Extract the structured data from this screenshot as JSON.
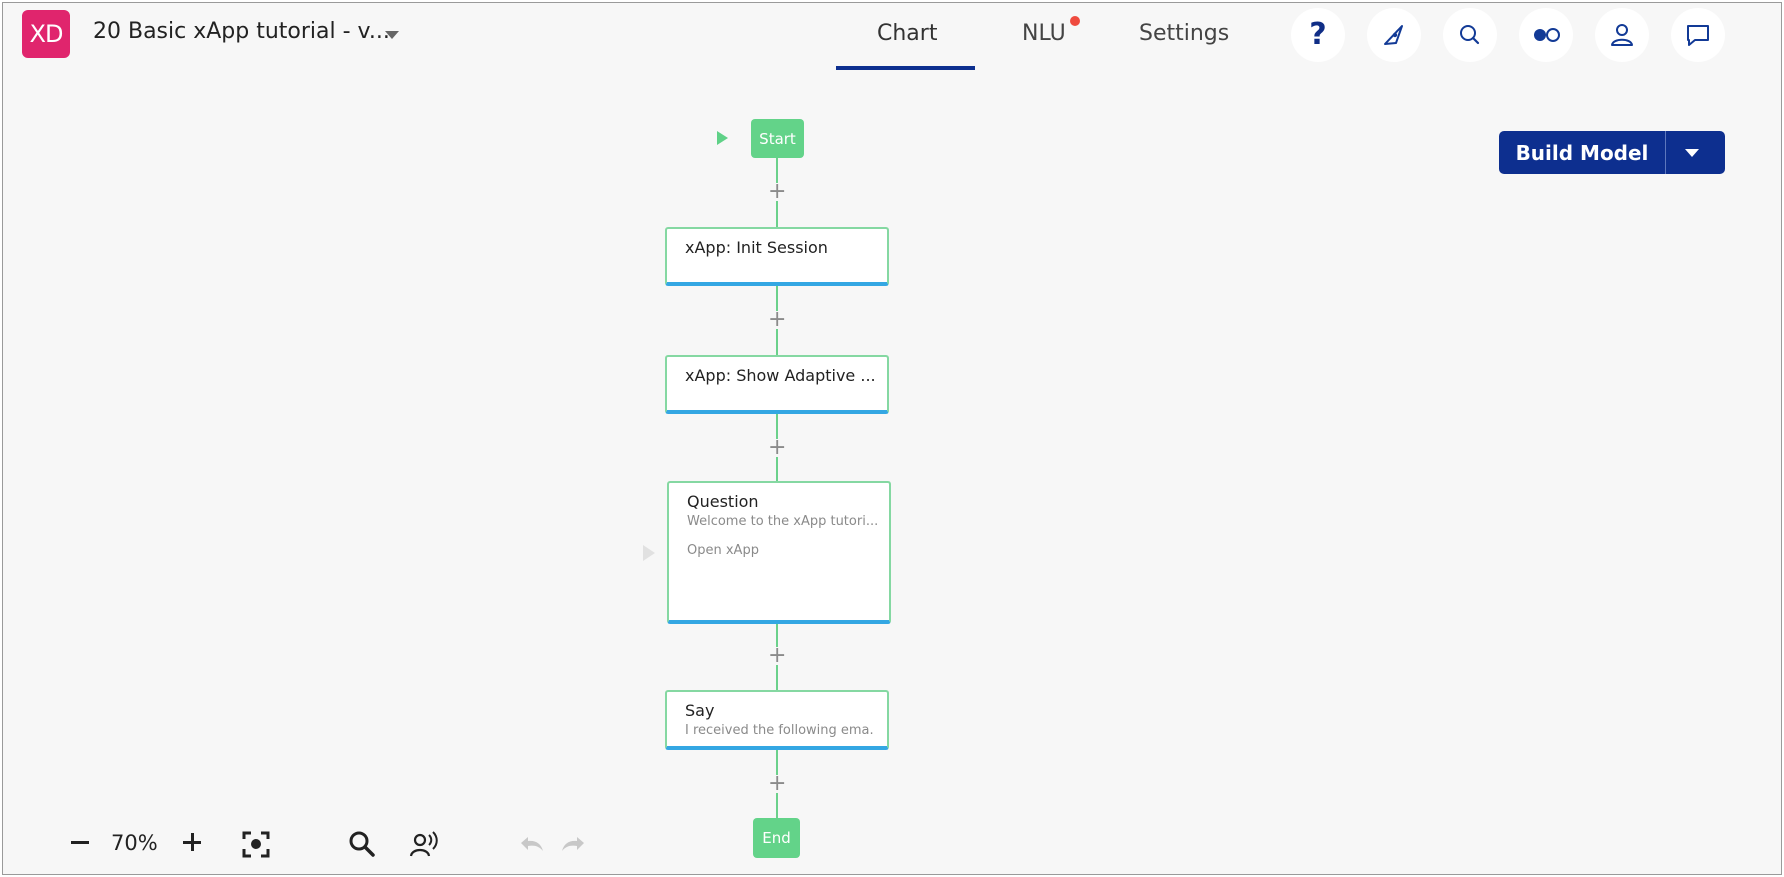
{
  "header": {
    "logo_text": "XD",
    "project_title": "20 Basic xApp tutorial - v...",
    "tabs": [
      {
        "label": "Chart",
        "active": true
      },
      {
        "label": "NLU",
        "has_notification": true
      },
      {
        "label": "Settings"
      }
    ],
    "icons": [
      "help-icon",
      "compass-icon",
      "search-icon",
      "toggle-icon",
      "user-icon",
      "chat-icon"
    ]
  },
  "toolbar": {
    "build_model_label": "Build Model"
  },
  "flow": {
    "start_label": "Start",
    "end_label": "End",
    "nodes": [
      {
        "title": "xApp: Init Session"
      },
      {
        "title": "xApp: Show Adaptive ..."
      },
      {
        "title": "Question",
        "subtitle": "Welcome to the xApp tutori...",
        "option": "Open xApp"
      },
      {
        "title": "Say",
        "subtitle": "I received the following ema..."
      }
    ]
  },
  "bottom": {
    "zoom_level": "70%"
  },
  "colors": {
    "accent": "#0d2f8f",
    "logo": "#e0256d",
    "flow_green": "#63d389",
    "node_bottom": "#34a7e3",
    "notification": "#ef4b3f"
  }
}
